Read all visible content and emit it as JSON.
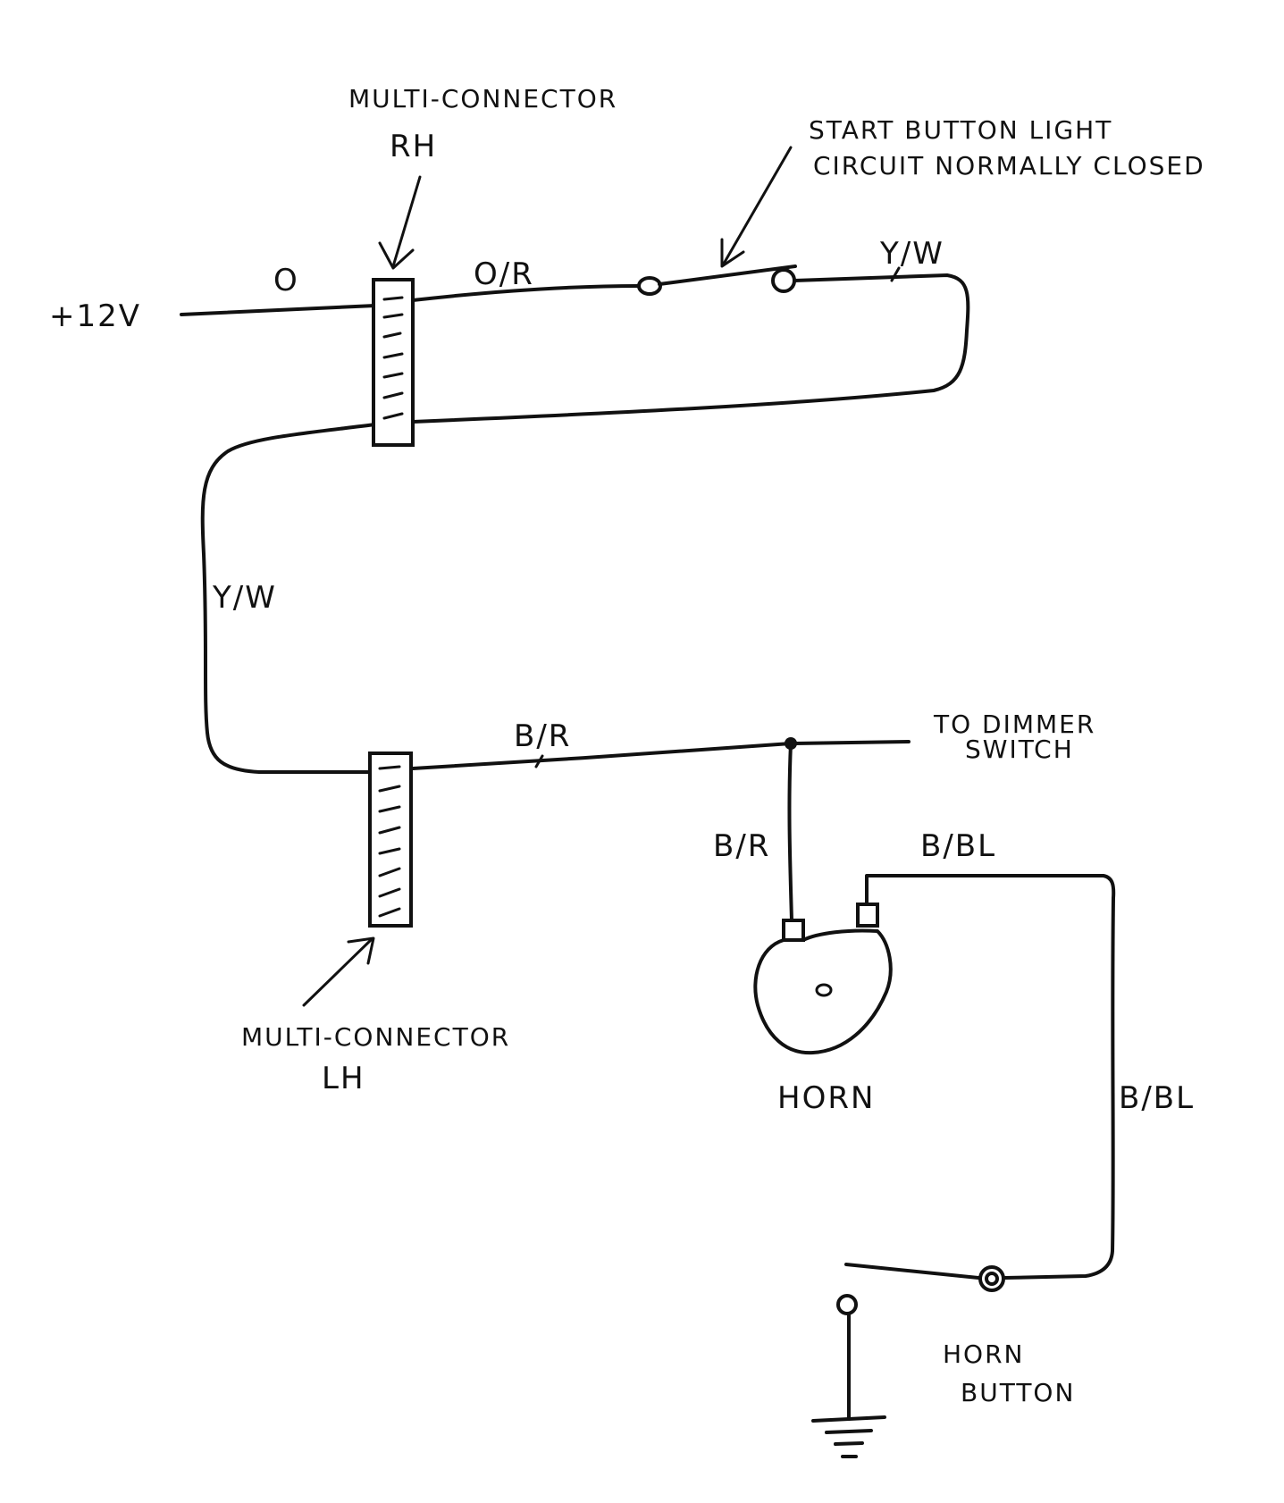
{
  "labels": {
    "multi_connector_rh_line1": "MULTI-CONNECTOR",
    "multi_connector_rh_line2": "RH",
    "start_button_line1": "START BUTTON LIGHT",
    "start_button_line2": "CIRCUIT NORMALLY CLOSED",
    "plus_12v": "+12V",
    "wire_o": "O",
    "wire_or": "O/R",
    "wire_yw_top": "Y/W",
    "wire_yw_left": "Y/W",
    "wire_br_top": "B/R",
    "to_dimmer_line1": "TO DIMMER",
    "to_dimmer_line2": "SWITCH",
    "wire_br_vertical": "B/R",
    "wire_bbl_top": "B/BL",
    "wire_bbl_right": "B/BL",
    "multi_connector_lh_line1": "MULTI-CONNECTOR",
    "multi_connector_lh_line2": "LH",
    "horn": "HORN",
    "horn_button_line1": "HORN",
    "horn_button_line2": "BUTTON"
  },
  "colors": {
    "ink": "#111111",
    "paper": "#ffffff"
  }
}
